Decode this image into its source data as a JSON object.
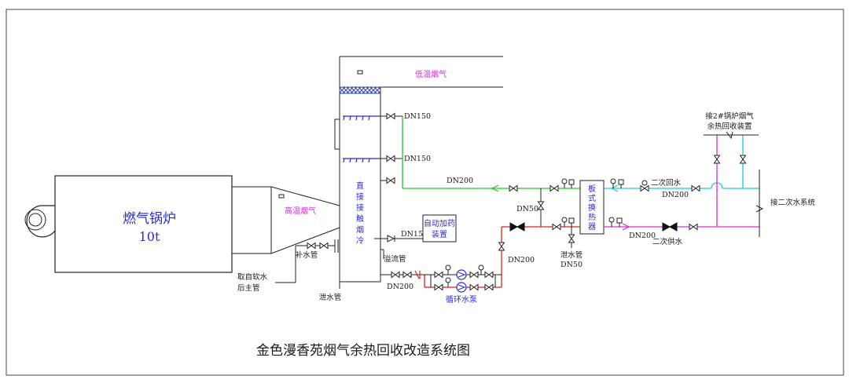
{
  "title": "金色漫香苑烟气余热回收改造系统图",
  "boiler": {
    "name": "燃气锅炉",
    "capacity": "10t"
  },
  "tower": {
    "chars": [
      "直",
      "接",
      "接",
      "触",
      "烟",
      "冷"
    ]
  },
  "flue": {
    "low_temp": "低温烟气",
    "high_temp": "高温烟气"
  },
  "dosing": {
    "line1": "自动加药",
    "line2": "装置"
  },
  "exchanger": {
    "chars": [
      "板",
      "式",
      "换",
      "热",
      "器"
    ]
  },
  "labels": {
    "dn150_a": "DN150",
    "dn150_b": "DN150",
    "dn200_green": "DN200",
    "dn50": "DN50",
    "dn15": "DN15",
    "dn200_mid": "DN200",
    "dn200_bottom": "DN200",
    "dn200_ret": "DN200",
    "dn200_sup": "DN200",
    "makeup": "补水管",
    "overflow": "溢流管",
    "drain_tower": "泄水管",
    "drain_hx": "泄水管",
    "drain_hx_dn": "DN50",
    "pump": "循环水泵",
    "src1": "取自软水",
    "src2": "后主管",
    "sec_return": "二次回水",
    "sec_supply": "二次供水",
    "to_sec": "接二次水系统",
    "boiler2_1": "接2#锅炉烟气",
    "boiler2_2": "余热回收装置"
  },
  "colors": {
    "green": "#22c322",
    "red": "#e01e1e",
    "cyan": "#22c4d8",
    "magenta": "#d62fd6",
    "blue_text": "#2a2ad6",
    "pink_text": "#d22bd2"
  }
}
